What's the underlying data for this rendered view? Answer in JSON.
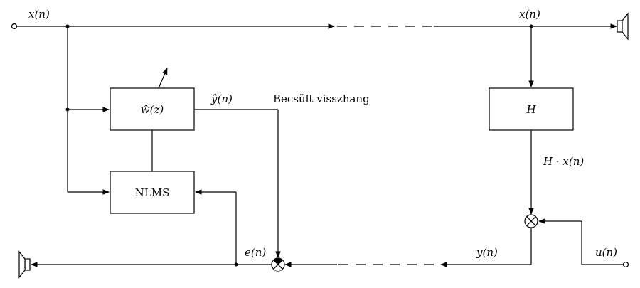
{
  "labels": {
    "x_left": "x(n)",
    "x_right": "x(n)",
    "y_hat": "ŷ(n)",
    "estimated_echo": "Becsült visszhang",
    "h_x": "H · x(n)",
    "e": "e(n)",
    "y": "y(n)",
    "u": "u(n)"
  },
  "blocks": {
    "filter": "ŵ(z)",
    "nlms": "NLMS",
    "room": "H"
  }
}
